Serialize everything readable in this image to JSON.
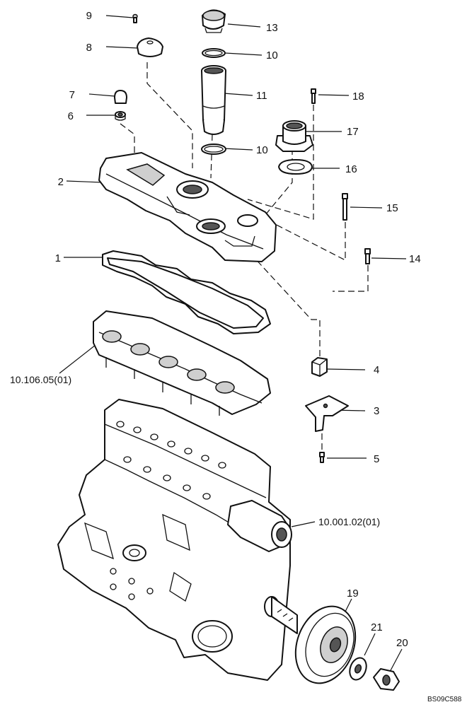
{
  "callouts": [
    {
      "key": "c9",
      "text": "9"
    },
    {
      "key": "c8",
      "text": "8"
    },
    {
      "key": "c13",
      "text": "13"
    },
    {
      "key": "c10a",
      "text": "10"
    },
    {
      "key": "c7",
      "text": "7"
    },
    {
      "key": "c11",
      "text": "11"
    },
    {
      "key": "c6",
      "text": "6"
    },
    {
      "key": "c18",
      "text": "18"
    },
    {
      "key": "c17",
      "text": "17"
    },
    {
      "key": "c10b",
      "text": "10"
    },
    {
      "key": "c16",
      "text": "16"
    },
    {
      "key": "c2",
      "text": "2"
    },
    {
      "key": "c15",
      "text": "15"
    },
    {
      "key": "c1",
      "text": "1"
    },
    {
      "key": "c14",
      "text": "14"
    },
    {
      "key": "c4",
      "text": "4"
    },
    {
      "key": "c3",
      "text": "3"
    },
    {
      "key": "c5",
      "text": "5"
    },
    {
      "key": "c19",
      "text": "19"
    },
    {
      "key": "c21",
      "text": "21"
    },
    {
      "key": "c20",
      "text": "20"
    }
  ],
  "references": {
    "cylinder_head": "10.106.05(01)",
    "engine_block": "10.001.02(01)"
  },
  "drawing_code": "BS09C588"
}
